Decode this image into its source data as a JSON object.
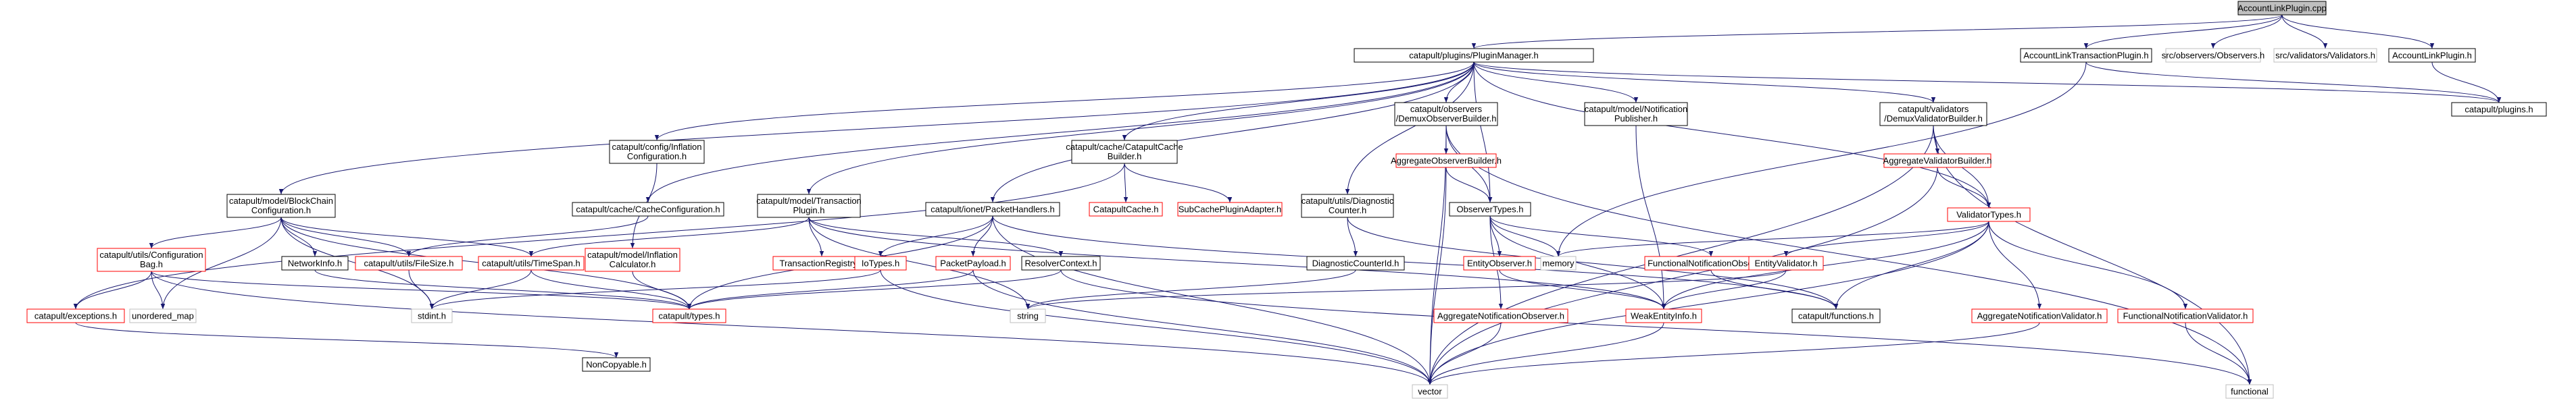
{
  "colors": {
    "edge": "#191970",
    "node_border_normal": "#000000",
    "node_border_red": "#ff0000",
    "node_border_external": "#bfbfbf",
    "node_fill_root": "#bfbfbf",
    "node_fill": "#ffffff",
    "text": "#000000"
  },
  "nodes": [
    {
      "id": "n0",
      "lines": [
        "AccountLinkPlugin.cpp"
      ],
      "style": "root"
    },
    {
      "id": "n1",
      "lines": [
        "catapult/plugins/PluginManager.h"
      ],
      "style": "normal"
    },
    {
      "id": "n2",
      "lines": [
        "AccountLinkTransactionPlugin.h"
      ],
      "style": "normal"
    },
    {
      "id": "n3",
      "lines": [
        "src/observers/Observers.h"
      ],
      "style": "external"
    },
    {
      "id": "n4",
      "lines": [
        "src/validators/Validators.h"
      ],
      "style": "external"
    },
    {
      "id": "n5",
      "lines": [
        "AccountLinkPlugin.h"
      ],
      "style": "normal"
    },
    {
      "id": "n6",
      "lines": [
        "catapult/plugins.h"
      ],
      "style": "normal"
    },
    {
      "id": "n7",
      "lines": [
        "catapult/config/Inflation",
        "Configuration.h"
      ],
      "style": "normal"
    },
    {
      "id": "n8",
      "lines": [
        "catapult/model/BlockChain",
        "Configuration.h"
      ],
      "style": "normal"
    },
    {
      "id": "n9",
      "lines": [
        "catapult/cache/CacheConfiguration.h"
      ],
      "style": "normal"
    },
    {
      "id": "n10",
      "lines": [
        "catapult/model/Transaction",
        "Plugin.h"
      ],
      "style": "normal"
    },
    {
      "id": "n11",
      "lines": [
        "catapult/ionet/PacketHandlers.h"
      ],
      "style": "normal"
    },
    {
      "id": "n12",
      "lines": [
        "catapult/cache/CatapultCache",
        "Builder.h"
      ],
      "style": "normal"
    },
    {
      "id": "n13",
      "lines": [
        "catapult/utils/Diagnostic",
        "Counter.h"
      ],
      "style": "normal"
    },
    {
      "id": "n14",
      "lines": [
        "catapult/observers",
        "/DemuxObserverBuilder.h"
      ],
      "style": "normal"
    },
    {
      "id": "n15",
      "lines": [
        "catapult/model/Notification",
        "Publisher.h"
      ],
      "style": "normal"
    },
    {
      "id": "n16",
      "lines": [
        "catapult/validators",
        "/DemuxValidatorBuilder.h"
      ],
      "style": "normal"
    },
    {
      "id": "n17",
      "lines": [
        "AggregateObserverBuilder.h"
      ],
      "style": "red"
    },
    {
      "id": "n18",
      "lines": [
        "AggregateValidatorBuilder.h"
      ],
      "style": "red"
    },
    {
      "id": "n19",
      "lines": [
        "ValidatorTypes.h"
      ],
      "style": "red"
    },
    {
      "id": "n20",
      "lines": [
        "ObserverTypes.h"
      ],
      "style": "normal"
    },
    {
      "id": "n21",
      "lines": [
        "CatapultCache.h"
      ],
      "style": "red"
    },
    {
      "id": "n22",
      "lines": [
        "SubCachePluginAdapter.h"
      ],
      "style": "red"
    },
    {
      "id": "n23",
      "lines": [
        "catapult/utils/Configuration",
        "Bag.h"
      ],
      "style": "red"
    },
    {
      "id": "n24",
      "lines": [
        "NetworkInfo.h"
      ],
      "style": "normal"
    },
    {
      "id": "n25",
      "lines": [
        "catapult/utils/FileSize.h"
      ],
      "style": "red"
    },
    {
      "id": "n26",
      "lines": [
        "catapult/utils/TimeSpan.h"
      ],
      "style": "red"
    },
    {
      "id": "n27",
      "lines": [
        "catapult/model/Inflation",
        "Calculator.h"
      ],
      "style": "red"
    },
    {
      "id": "n28",
      "lines": [
        "TransactionRegistry.h"
      ],
      "style": "red"
    },
    {
      "id": "n29",
      "lines": [
        "IoTypes.h"
      ],
      "style": "red"
    },
    {
      "id": "n30",
      "lines": [
        "PacketPayload.h"
      ],
      "style": "red"
    },
    {
      "id": "n31",
      "lines": [
        "ResolverContext.h"
      ],
      "style": "normal"
    },
    {
      "id": "n32",
      "lines": [
        "DiagnosticCounterId.h"
      ],
      "style": "normal"
    },
    {
      "id": "n33",
      "lines": [
        "EntityObserver.h"
      ],
      "style": "red"
    },
    {
      "id": "n34",
      "lines": [
        "memory"
      ],
      "style": "external"
    },
    {
      "id": "n35",
      "lines": [
        "FunctionalNotificationObserver.h"
      ],
      "style": "red"
    },
    {
      "id": "n36",
      "lines": [
        "EntityValidator.h"
      ],
      "style": "red"
    },
    {
      "id": "n37",
      "lines": [
        "catapult/exceptions.h"
      ],
      "style": "red"
    },
    {
      "id": "n38",
      "lines": [
        "unordered_map"
      ],
      "style": "external"
    },
    {
      "id": "n39",
      "lines": [
        "stdint.h"
      ],
      "style": "external"
    },
    {
      "id": "n40",
      "lines": [
        "catapult/types.h"
      ],
      "style": "red"
    },
    {
      "id": "n41",
      "lines": [
        "string"
      ],
      "style": "external"
    },
    {
      "id": "n42",
      "lines": [
        "AggregateNotificationObserver.h"
      ],
      "style": "red"
    },
    {
      "id": "n43",
      "lines": [
        "WeakEntityInfo.h"
      ],
      "style": "red"
    },
    {
      "id": "n44",
      "lines": [
        "catapult/functions.h"
      ],
      "style": "normal"
    },
    {
      "id": "n45",
      "lines": [
        "AggregateNotificationValidator.h"
      ],
      "style": "red"
    },
    {
      "id": "n46",
      "lines": [
        "FunctionalNotificationValidator.h"
      ],
      "style": "red"
    },
    {
      "id": "n47",
      "lines": [
        "NonCopyable.h"
      ],
      "style": "normal"
    },
    {
      "id": "n48",
      "lines": [
        "vector"
      ],
      "style": "external"
    },
    {
      "id": "n49",
      "lines": [
        "functional"
      ],
      "style": "external"
    }
  ],
  "edges": [
    [
      "n0",
      "n1"
    ],
    [
      "n0",
      "n2"
    ],
    [
      "n0",
      "n3"
    ],
    [
      "n0",
      "n4"
    ],
    [
      "n0",
      "n5"
    ],
    [
      "n1",
      "n7"
    ],
    [
      "n1",
      "n8"
    ],
    [
      "n1",
      "n9"
    ],
    [
      "n1",
      "n10"
    ],
    [
      "n1",
      "n11"
    ],
    [
      "n1",
      "n12"
    ],
    [
      "n1",
      "n13"
    ],
    [
      "n1",
      "n14"
    ],
    [
      "n1",
      "n15"
    ],
    [
      "n1",
      "n16"
    ],
    [
      "n1",
      "n19"
    ],
    [
      "n1",
      "n20"
    ],
    [
      "n1",
      "n6"
    ],
    [
      "n2",
      "n6"
    ],
    [
      "n2",
      "n34"
    ],
    [
      "n5",
      "n6"
    ],
    [
      "n7",
      "n27"
    ],
    [
      "n8",
      "n23"
    ],
    [
      "n8",
      "n24"
    ],
    [
      "n8",
      "n25"
    ],
    [
      "n8",
      "n26"
    ],
    [
      "n8",
      "n38"
    ],
    [
      "n8",
      "n39"
    ],
    [
      "n8",
      "n40"
    ],
    [
      "n9",
      "n25"
    ],
    [
      "n10",
      "n26"
    ],
    [
      "n10",
      "n28"
    ],
    [
      "n10",
      "n31"
    ],
    [
      "n10",
      "n43"
    ],
    [
      "n10",
      "n41"
    ],
    [
      "n11",
      "n29"
    ],
    [
      "n11",
      "n30"
    ],
    [
      "n11",
      "n44"
    ],
    [
      "n11",
      "n40"
    ],
    [
      "n11",
      "n48"
    ],
    [
      "n12",
      "n21"
    ],
    [
      "n12",
      "n22"
    ],
    [
      "n12",
      "n37"
    ],
    [
      "n13",
      "n32"
    ],
    [
      "n13",
      "n44"
    ],
    [
      "n14",
      "n17"
    ],
    [
      "n14",
      "n20"
    ],
    [
      "n14",
      "n48"
    ],
    [
      "n14",
      "n49"
    ],
    [
      "n15",
      "n43"
    ],
    [
      "n16",
      "n18"
    ],
    [
      "n16",
      "n19"
    ],
    [
      "n16",
      "n48"
    ],
    [
      "n16",
      "n49"
    ],
    [
      "n17",
      "n20"
    ],
    [
      "n17",
      "n48"
    ],
    [
      "n18",
      "n19"
    ],
    [
      "n18",
      "n48"
    ],
    [
      "n19",
      "n36"
    ],
    [
      "n19",
      "n34"
    ],
    [
      "n19",
      "n45"
    ],
    [
      "n19",
      "n46"
    ],
    [
      "n19",
      "n43"
    ],
    [
      "n19",
      "n44"
    ],
    [
      "n19",
      "n48"
    ],
    [
      "n20",
      "n33"
    ],
    [
      "n20",
      "n34"
    ],
    [
      "n20",
      "n35"
    ],
    [
      "n20",
      "n42"
    ],
    [
      "n20",
      "n43"
    ],
    [
      "n23",
      "n37"
    ],
    [
      "n23",
      "n38"
    ],
    [
      "n23",
      "n40"
    ],
    [
      "n23",
      "n48"
    ],
    [
      "n24",
      "n40"
    ],
    [
      "n25",
      "n39"
    ],
    [
      "n26",
      "n39"
    ],
    [
      "n26",
      "n40"
    ],
    [
      "n27",
      "n40"
    ],
    [
      "n29",
      "n39"
    ],
    [
      "n29",
      "n48"
    ],
    [
      "n30",
      "n40"
    ],
    [
      "n30",
      "n48"
    ],
    [
      "n31",
      "n40"
    ],
    [
      "n31",
      "n49"
    ],
    [
      "n32",
      "n41"
    ],
    [
      "n33",
      "n43"
    ],
    [
      "n35",
      "n44"
    ],
    [
      "n36",
      "n43"
    ],
    [
      "n36",
      "n41"
    ],
    [
      "n37",
      "n47"
    ],
    [
      "n42",
      "n48"
    ],
    [
      "n43",
      "n48"
    ],
    [
      "n45",
      "n48"
    ],
    [
      "n46",
      "n49"
    ]
  ]
}
